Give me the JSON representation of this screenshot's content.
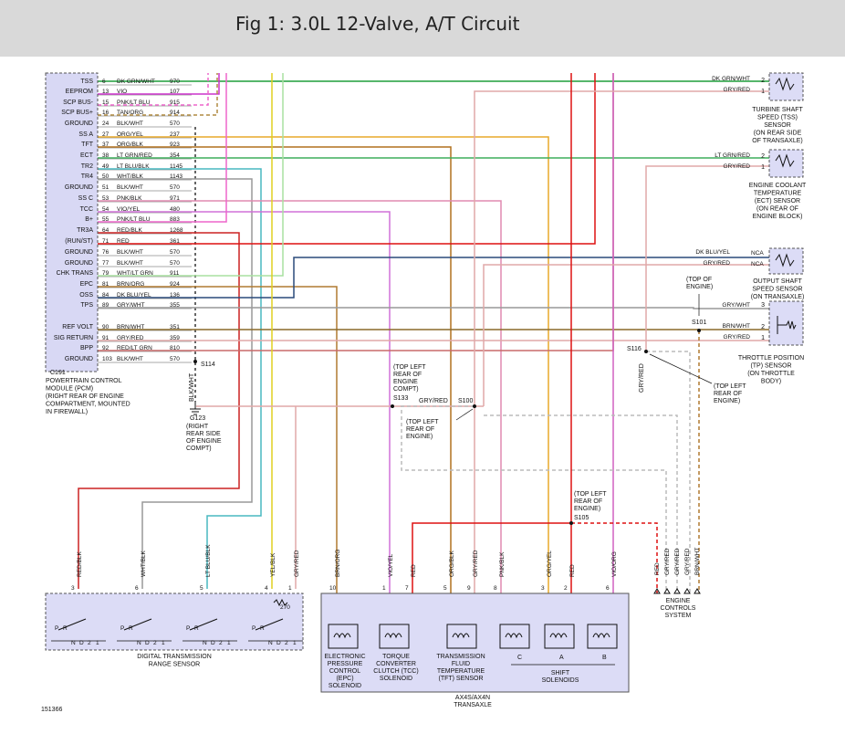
{
  "header": {
    "title": "Fig 1: 3.0L 12-Valve, A/T Circuit"
  },
  "colors": {
    "dk_grn_wht": "#1f9d3a",
    "vio": "#cc33cc",
    "pnk_lt_blu": "#ee66cc",
    "tan_org": "#b08a40",
    "blk_wht": "#333333",
    "org_yel": "#e8a92a",
    "org_blk": "#b0701e",
    "lt_grn_red": "#3fae5c",
    "lt_blu_blk": "#48b8c0",
    "wht_blk": "#999999",
    "pnk_blk": "#e08ab0",
    "vio_yel": "#d070d8",
    "red_blk": "#cc2222",
    "red": "#dd1111",
    "wht_lt_grn": "#a8e0a0",
    "brn_org": "#b07a30",
    "dk_blu_yel": "#2a4a7a",
    "gry_wht": "#999999",
    "brn_wht": "#8a6a2a",
    "gry_red": "#e0a8a8",
    "red_lt_grn": "#c86a6a",
    "yel_blk": "#e0d020",
    "vio_org": "#d060c0",
    "pcm_fill": "#d8d8f4",
    "box_fill": "#dcdcf6"
  },
  "pcm": {
    "title_lines": [
      "POWERTRAIN CONTROL",
      "MODULE (PCM)",
      "(RIGHT REAR OF ENGINE",
      "COMPARTMENT, MOUNTED",
      "IN FIREWALL)"
    ],
    "connector": "C191",
    "pins": [
      {
        "label": "TSS",
        "pin": "6",
        "color_name": "DK GRN/WHT",
        "circuit": "970"
      },
      {
        "label": "EEPROM",
        "pin": "13",
        "color_name": "VIO",
        "circuit": "107"
      },
      {
        "label": "SCP BUS-",
        "pin": "15",
        "color_name": "PNK/LT BLU",
        "circuit": "915"
      },
      {
        "label": "SCP BUS+",
        "pin": "16",
        "color_name": "TAN/ORG",
        "circuit": "914"
      },
      {
        "label": "GROUND",
        "pin": "24",
        "color_name": "BLK/WHT",
        "circuit": "570"
      },
      {
        "label": "SS A",
        "pin": "27",
        "color_name": "ORG/YEL",
        "circuit": "237"
      },
      {
        "label": "TFT",
        "pin": "37",
        "color_name": "ORG/BLK",
        "circuit": "923"
      },
      {
        "label": "ECT",
        "pin": "38",
        "color_name": "LT GRN/RED",
        "circuit": "354"
      },
      {
        "label": "TR2",
        "pin": "49",
        "color_name": "LT BLU/BLK",
        "circuit": "1145"
      },
      {
        "label": "TR4",
        "pin": "50",
        "color_name": "WHT/BLK",
        "circuit": "1143"
      },
      {
        "label": "GROUND",
        "pin": "51",
        "color_name": "BLK/WHT",
        "circuit": "570"
      },
      {
        "label": "SS C",
        "pin": "53",
        "color_name": "PNK/BLK",
        "circuit": "971"
      },
      {
        "label": "TCC",
        "pin": "54",
        "color_name": "VIO/YEL",
        "circuit": "480"
      },
      {
        "label": "B+",
        "pin": "55",
        "color_name": "PNK/LT BLU",
        "circuit": "883"
      },
      {
        "label": "TR3A",
        "pin": "64",
        "color_name": "RED/BLK",
        "circuit": "1268"
      },
      {
        "label": "(RUN/ST)",
        "pin": "71",
        "color_name": "RED",
        "circuit": "361"
      },
      {
        "label": "GROUND",
        "pin": "76",
        "color_name": "BLK/WHT",
        "circuit": "570"
      },
      {
        "label": "GROUND",
        "pin": "77",
        "color_name": "BLK/WHT",
        "circuit": "570"
      },
      {
        "label": "CHK TRANS",
        "pin": "79",
        "color_name": "WHT/LT GRN",
        "circuit": "911"
      },
      {
        "label": "EPC",
        "pin": "81",
        "color_name": "BRN/ORG",
        "circuit": "924"
      },
      {
        "label": "OSS",
        "pin": "84",
        "color_name": "DK BLU/YEL",
        "circuit": "136"
      },
      {
        "label": "TPS",
        "pin": "89",
        "color_name": "GRY/WHT",
        "circuit": "355"
      },
      {
        "label": "REF VOLT",
        "pin": "90",
        "color_name": "BRN/WHT",
        "circuit": "351"
      },
      {
        "label": "SIG RETURN",
        "pin": "91",
        "color_name": "GRY/RED",
        "circuit": "359"
      },
      {
        "label": "BPP",
        "pin": "92",
        "color_name": "RED/LT GRN",
        "circuit": "810"
      },
      {
        "label": "GROUND",
        "pin": "103",
        "color_name": "BLK/WHT",
        "circuit": "570"
      }
    ]
  },
  "splices": {
    "s114": "S114",
    "s133": "S133",
    "s100": "S100",
    "s116": "S116",
    "s101": "S101",
    "s105": "S105",
    "s133_loc": [
      "(TOP LEFT",
      "REAR OF",
      "ENGINE",
      "COMPT)"
    ],
    "s100_loc": [
      "(TOP LEFT",
      "REAR OF",
      "ENGINE)"
    ],
    "s116_loc": [
      "(TOP LEFT",
      "REAR OF",
      "ENGINE)"
    ],
    "s101_loc": [
      "(TOP OF",
      "ENGINE)"
    ],
    "s105_loc": [
      "(TOP LEFT",
      "REAR OF",
      "ENGINE)"
    ]
  },
  "ground_g123": {
    "id": "G123",
    "wire": "BLK/WHT",
    "loc": [
      "(RIGHT",
      "REAR SIDE",
      "OF ENGINE",
      "COMPT)"
    ]
  },
  "wire_labels": {
    "gry_red": "GRY/RED",
    "gry_wht": "GRY/WHT",
    "brn_wht": "BRN/WHT",
    "dk_grn_wht": "DK GRN/WHT",
    "lt_grn_red": "LT GRN/RED",
    "dk_blu_yel": "DK BLU/YEL",
    "red": "RED"
  },
  "sensors": {
    "tss": {
      "lines": [
        "TURBINE SHAFT",
        "SPEED (TSS)",
        "SENSOR",
        "(ON REAR SIDE",
        "OF TRANSAXLE)"
      ],
      "pin2": "2",
      "pin1": "1"
    },
    "ect": {
      "lines": [
        "ENGINE COOLANT",
        "TEMPERATURE",
        "(ECT) SENSOR",
        "(ON REAR OF",
        "ENGINE BLOCK)"
      ],
      "pin2": "2",
      "pin1": "1"
    },
    "oss": {
      "lines": [
        "OUTPUT SHAFT",
        "SPEED SENSOR",
        "(ON TRANSAXLE)"
      ],
      "nca": "NCA"
    },
    "tp": {
      "lines": [
        "THROTTLE POSITION",
        "(TP) SENSOR",
        "(ON THROTTLE",
        "BODY)"
      ],
      "pin3": "3",
      "pin2": "2",
      "pin1": "1"
    }
  },
  "ecs": {
    "lines": [
      "ENGINE",
      "CONTROLS",
      "SYSTEM"
    ],
    "wires": [
      "RED",
      "GRY/RED",
      "GRY/RED",
      "GRY/RED",
      "BRN/WHT"
    ]
  },
  "dtr": {
    "label_lines": [
      "DIGITAL TRANSMISSION",
      "RANGE SENSOR"
    ],
    "wires": [
      {
        "name": "RED/BLK",
        "pin": "3"
      },
      {
        "name": "WHT/BLK",
        "pin": "6"
      },
      {
        "name": "LT BLU/BLK",
        "pin": "5"
      },
      {
        "name": "YEL/BLK",
        "pin": "4"
      },
      {
        "name": "GRY/RED",
        "pin": "1"
      }
    ],
    "resistor": "270",
    "switch_marks": [
      "P",
      "R",
      "N",
      "D",
      "2",
      "1"
    ]
  },
  "transaxle": {
    "label_lines": [
      "AX4S/AX4N",
      "TRANSAXLE"
    ],
    "wires": [
      {
        "name": "BRN/ORG",
        "pin": "10"
      },
      {
        "name": "VIO/YEL",
        "pin": "1"
      },
      {
        "name": "RED",
        "pin": "7"
      },
      {
        "name": "ORG/BLK",
        "pin": "5"
      },
      {
        "name": "GRY/RED",
        "pin": "9"
      },
      {
        "name": "PNK/BLK",
        "pin": "8"
      },
      {
        "name": "ORG/YEL",
        "pin": "3"
      },
      {
        "name": "RED",
        "pin": "2"
      },
      {
        "name": "VIO/ORG",
        "pin": "6"
      }
    ],
    "epc": [
      "ELECTRONIC",
      "PRESSURE",
      "CONTROL",
      "(EPC)",
      "SOLENOID"
    ],
    "tcc": [
      "TORQUE",
      "CONVERTER",
      "CLUTCH (TCC)",
      "SOLENOID"
    ],
    "tft": [
      "TRANSMISSION",
      "FLUID",
      "TEMPERATURE",
      "(TFT) SENSOR"
    ],
    "shift": [
      "SHIFT",
      "SOLENOIDS"
    ],
    "shift_letters": [
      "C",
      "A",
      "B"
    ]
  },
  "footer": {
    "id": "151366"
  }
}
